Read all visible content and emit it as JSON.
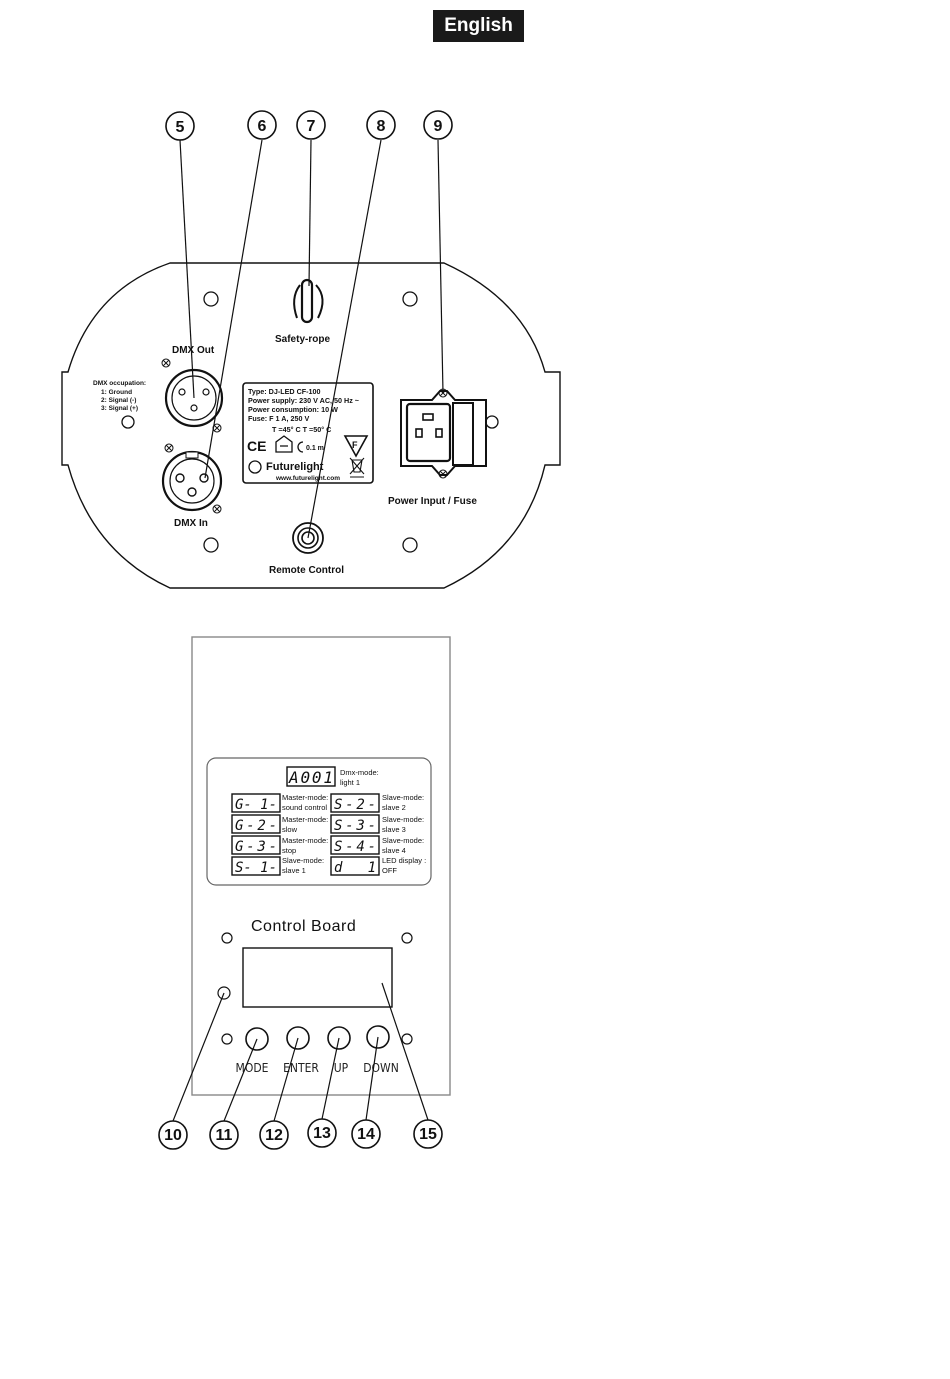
{
  "header": {
    "language": "English"
  },
  "rear_panel": {
    "labels": {
      "dmx_out": "DMX Out",
      "dmx_in": "DMX In",
      "safety_rope": "Safety-rope",
      "power_input": "Power Input / Fuse",
      "remote_control": "Remote Control"
    },
    "dmx_occupation": [
      "DMX occupation:",
      "1: Ground",
      "2: Signal (-)",
      "3: Signal (+)"
    ],
    "type_plate": {
      "lines": [
        "Type: DJ-LED CF-100",
        "Power supply: 230 V AC, 50 Hz ~",
        "Power consumption: 10 W",
        "Fuse: F 1 A, 250 V"
      ],
      "temps": "T =45° C  T =50° C",
      "ce": "CE",
      "distance": "0.1 m",
      "f_mark": "F",
      "brand": "Futurelight",
      "url": "www.futurelight.com"
    },
    "callouts": [
      "5",
      "6",
      "7",
      "8",
      "9"
    ]
  },
  "control_panel": {
    "title": "Control Board",
    "modes": [
      {
        "code": "A001",
        "desc1": "Dmx-mode:",
        "desc2": "light 1"
      },
      {
        "code": "G- 1-",
        "desc1": "Master-mode:",
        "desc2": "sound control"
      },
      {
        "code": "S-2-",
        "desc1": "Slave-mode:",
        "desc2": "slave 2"
      },
      {
        "code": "G-2-",
        "desc1": "Master-mode:",
        "desc2": "slow"
      },
      {
        "code": "S-3-",
        "desc1": "Slave-mode:",
        "desc2": "slave 3"
      },
      {
        "code": "G-3-",
        "desc1": "Master-mode:",
        "desc2": "stop"
      },
      {
        "code": "S-4-",
        "desc1": "Slave-mode:",
        "desc2": "slave 4"
      },
      {
        "code": "S- 1-",
        "desc1": "Slave-mode:",
        "desc2": "slave 1"
      },
      {
        "code": "d  1",
        "desc1": "LED display :",
        "desc2": "OFF"
      }
    ],
    "buttons": [
      "MODE",
      "ENTER",
      "UP",
      "DOWN"
    ],
    "callouts": [
      "10",
      "11",
      "12",
      "13",
      "14",
      "15"
    ]
  }
}
